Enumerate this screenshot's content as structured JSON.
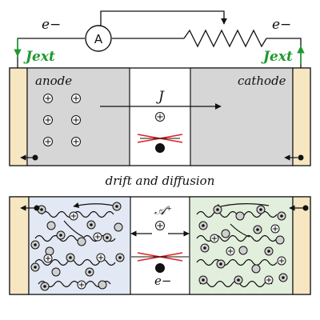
{
  "top": {
    "electron_left": "e−",
    "electron_right": "e−",
    "ammeter": "A",
    "jext_left": "Jext",
    "jext_right": "Jext",
    "anode": "anode",
    "cathode": "cathode",
    "current": "J"
  },
  "caption": "drift and diffusion",
  "bottom": {
    "cation": "𝒜⁺",
    "electron": "e−"
  },
  "colors": {
    "green": "#1e9a2e",
    "collector": "#f6e6c2",
    "electrode_gray": "#d6d6d6",
    "anode_blue": "#e2e9f4",
    "cathode_green": "#e3efdd",
    "red_cross": "#e02020"
  }
}
